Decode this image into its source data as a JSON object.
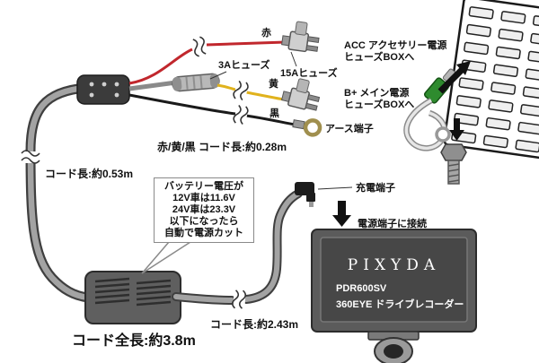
{
  "diagram": {
    "wire_labels": {
      "red": "赤",
      "yellow": "黄",
      "black": "黒"
    },
    "fuses": {
      "inline": "3Aヒューズ",
      "blade": "15Aヒューズ"
    },
    "destinations": {
      "acc_line1": "ACC アクセサリー電源",
      "acc_line2": "ヒューズBOXへ",
      "bplus_line1": "B+ メイン電源",
      "bplus_line2": "ヒューズBOXへ",
      "earth": "アース端子"
    },
    "lengths": {
      "rgb_cord": "赤/黄/黒 コード長:約0.28m",
      "left_cord": "コード長:約0.53m",
      "out_cord": "コード長:約2.43m",
      "total": "コード全長:約3.8m"
    },
    "battery_note": {
      "lines": [
        "バッテリー電圧が",
        "12V車は11.6V",
        "24V車は23.3V",
        "以下になったら",
        "自動で電源カット"
      ]
    },
    "connectors": {
      "charge": "充電端子",
      "connect_power": "電源端子に接続"
    },
    "device": {
      "brand": "PIXYDA",
      "model": "PDR600SV",
      "name": "360EYE ドライブレコーダー"
    },
    "colors": {
      "red_wire": "#c1272d",
      "yellow_wire": "#e0b21d",
      "black_wire": "#1a1a1a",
      "cable_gray": "#9c9c9c"
    }
  }
}
